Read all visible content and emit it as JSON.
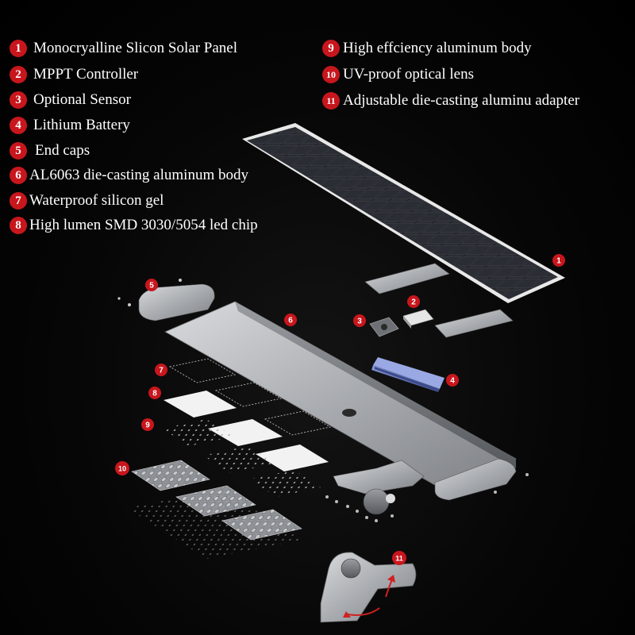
{
  "legend": {
    "items": [
      {
        "num": "1",
        "text": "Monocryalline Slicon Solar Panel"
      },
      {
        "num": "2",
        "text": "MPPT Controller"
      },
      {
        "num": "3",
        "text": "Optional Sensor"
      },
      {
        "num": "4",
        "text": "Lithium Battery"
      },
      {
        "num": "5",
        "text": "End caps"
      },
      {
        "num": "6",
        "text": "AL6063 die-casting aluminum body"
      },
      {
        "num": "7",
        "text": "Waterproof silicon gel"
      },
      {
        "num": "8",
        "text": "High lumen SMD 3030/5054 led chip"
      },
      {
        "num": "9",
        "text": "High effciency aluminum body"
      },
      {
        "num": "10",
        "text": "UV-proof optical lens"
      },
      {
        "num": "11",
        "text": "Adjustable die-casting aluminu adapter"
      }
    ]
  },
  "callouts": [
    "1",
    "2",
    "3",
    "4",
    "5",
    "6",
    "7",
    "8",
    "9",
    "10",
    "11"
  ],
  "colors": {
    "accent": "#c8161d",
    "background": "#000000",
    "text": "#ffffff",
    "aluminum": "#b9bcc0",
    "battery": "#5a6fb8"
  }
}
